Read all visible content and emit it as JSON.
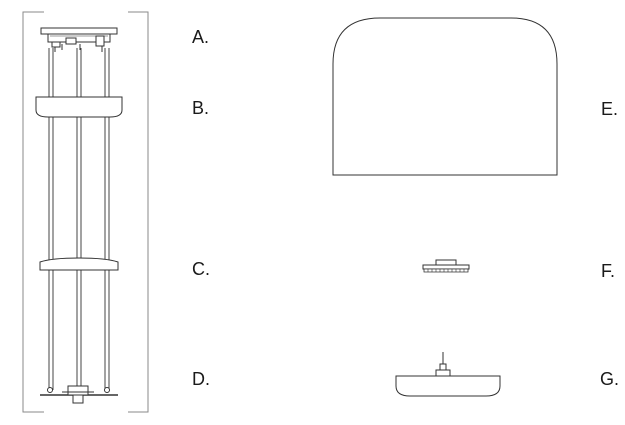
{
  "labels": {
    "a": "A.",
    "b": "B.",
    "c": "C.",
    "d": "D.",
    "e": "E.",
    "f": "F.",
    "g": "G."
  }
}
